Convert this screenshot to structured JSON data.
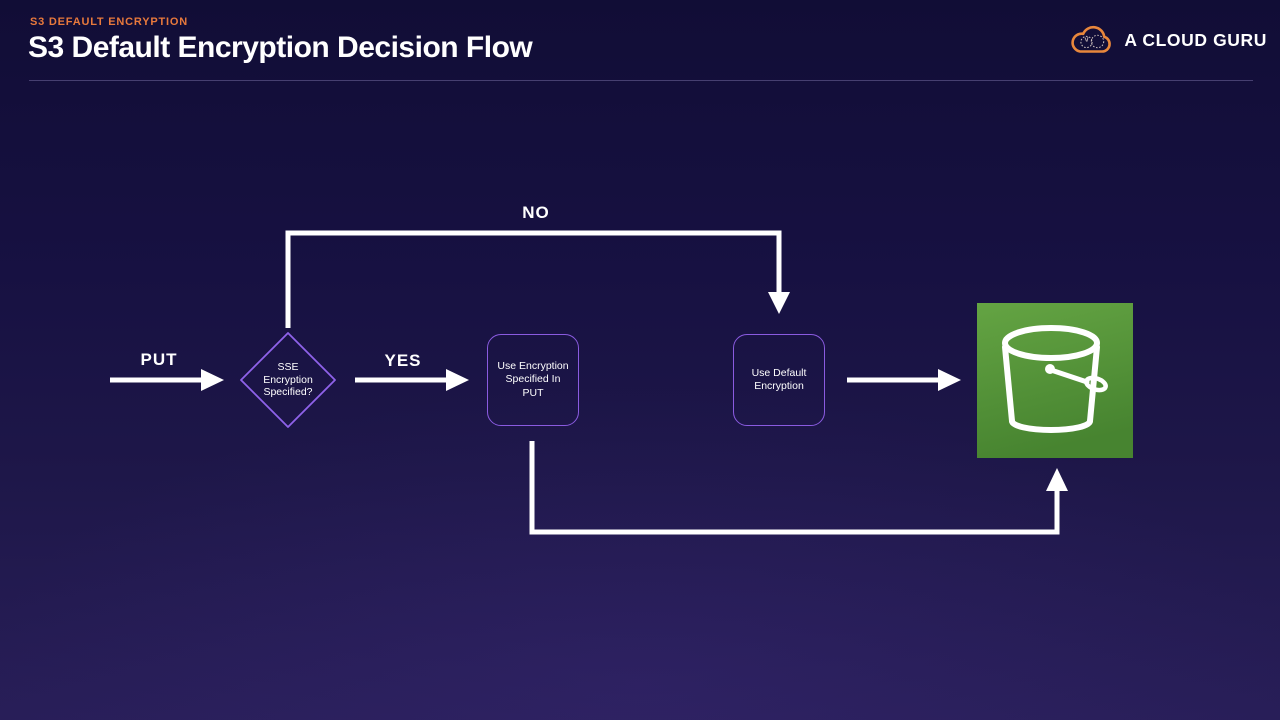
{
  "header": {
    "eyebrow": "S3 DEFAULT ENCRYPTION",
    "title": "S3 Default Encryption Decision Flow"
  },
  "logo": {
    "text": "A CLOUD GURU",
    "icon": "acg-cloud-logo-icon"
  },
  "diagram": {
    "labels": {
      "put": "PUT",
      "yes": "YES",
      "no": "NO"
    },
    "nodes": {
      "decision": {
        "shape": "diamond",
        "text": "SSE\nEncryption\nSpecified?"
      },
      "use_put_encryption": {
        "shape": "rounded-box",
        "text": "Use Encryption\nSpecified In\nPUT"
      },
      "use_default_encryption": {
        "shape": "rounded-box",
        "text": "Use Default\nEncryption"
      },
      "s3_bucket": {
        "shape": "icon",
        "icon": "s3-bucket-icon"
      }
    },
    "edges": [
      {
        "from": "start",
        "to": "decision",
        "label": "PUT"
      },
      {
        "from": "decision",
        "to": "use_put_encryption",
        "label": "YES"
      },
      {
        "from": "decision",
        "to": "use_default_encryption",
        "label": "NO"
      },
      {
        "from": "use_default_encryption",
        "to": "s3_bucket",
        "label": ""
      },
      {
        "from": "use_put_encryption",
        "to": "s3_bucket",
        "label": ""
      }
    ]
  },
  "colors": {
    "background_top": "#110d36",
    "background_bottom": "#281e58",
    "accent_orange": "#e8793c",
    "node_purple": "#8a5be0",
    "arrow_white": "#ffffff",
    "bucket_green_light": "#64a443",
    "bucket_green_dark": "#478430"
  }
}
